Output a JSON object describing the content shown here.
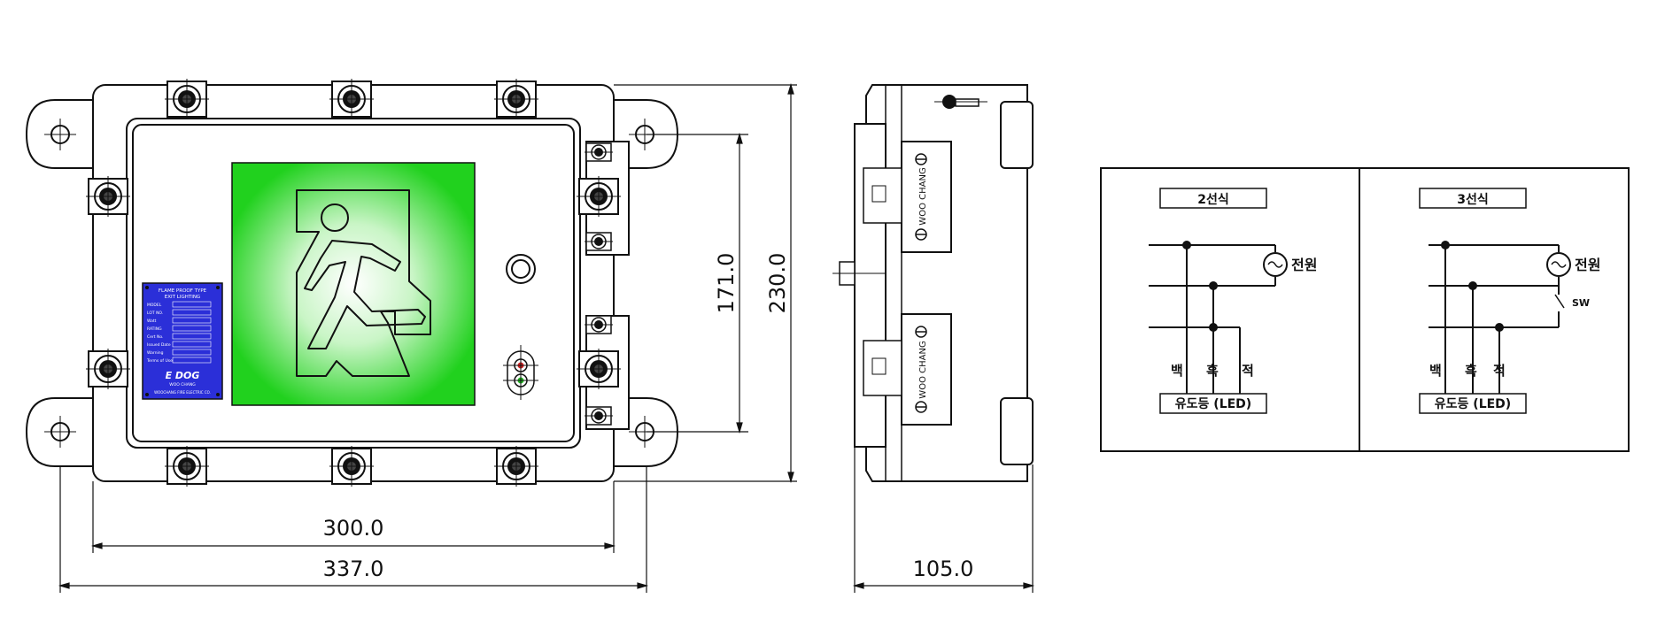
{
  "front_view": {
    "plate": {
      "title_line1": "FLAME PROOF TYPE",
      "title_line2": "EXIT LIGHTING",
      "rows": [
        "MODEL",
        "LOT NO.",
        "Watt",
        "RATING",
        "Cert No.",
        "Issued Date",
        "Warning",
        "Terms of Use"
      ],
      "values": [
        "",
        "",
        "",
        "",
        "",
        "",
        "",
        ""
      ],
      "brand": "WOO CHANG",
      "footer": "WOOCHANG FIRE ELECTRIC CO."
    },
    "dim_width_inner": "300.0",
    "dim_width_outer": "337.0",
    "dim_height_inner": "171.0",
    "dim_height_outer": "230.0"
  },
  "side_view": {
    "terminal_label_top": "WOO CHANG",
    "terminal_label_bottom": "WOO CHANG",
    "dim_depth": "105.0"
  },
  "wiring": {
    "two_wire": {
      "title": "2선식",
      "power": "전원",
      "wires": [
        "백",
        "흑",
        "적"
      ],
      "lamp": "유도등 (LED)"
    },
    "three_wire": {
      "title": "3선식",
      "power": "전원",
      "switch": "SW",
      "wires": [
        "백",
        "흑",
        "적"
      ],
      "lamp": "유도등 (LED)"
    }
  },
  "colors": {
    "sign_green": "#21d11e",
    "plate_blue": "#2b2fd8",
    "line": "#111111"
  }
}
